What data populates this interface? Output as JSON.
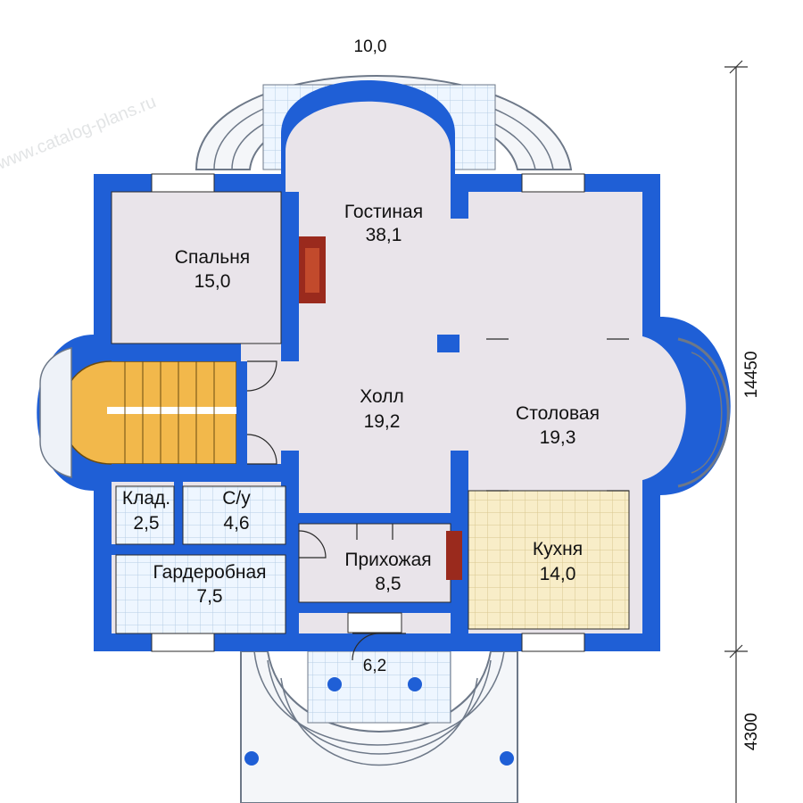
{
  "rooms": {
    "living": {
      "name": "Гостиная",
      "area": "38,1"
    },
    "bedroom": {
      "name": "Спальня",
      "area": "15,0"
    },
    "hall": {
      "name": "Холл",
      "area": "19,2"
    },
    "dining": {
      "name": "Столовая",
      "area": "19,3"
    },
    "storage": {
      "name": "Клад.",
      "area": "2,5"
    },
    "bathroom": {
      "name": "С/у",
      "area": "4,6"
    },
    "wardrobe": {
      "name": "Гардеробная",
      "area": "7,5"
    },
    "entrance": {
      "name": "Прихожая",
      "area": "8,5"
    },
    "kitchen": {
      "name": "Кухня",
      "area": "14,0"
    }
  },
  "dimensions": {
    "top_terrace": "10,0",
    "porch": "6,2",
    "height_main": "14450",
    "height_porch": "4300"
  },
  "watermark": "www.catalog-plans.ru",
  "colors": {
    "wall": "#1f5fd6",
    "floor": "#e9e4ea",
    "stair": "#f2b84b",
    "kitchen_floor": "#f7ecc9",
    "tile": "#d9ecff",
    "fireplace": "#9a2a1d"
  }
}
